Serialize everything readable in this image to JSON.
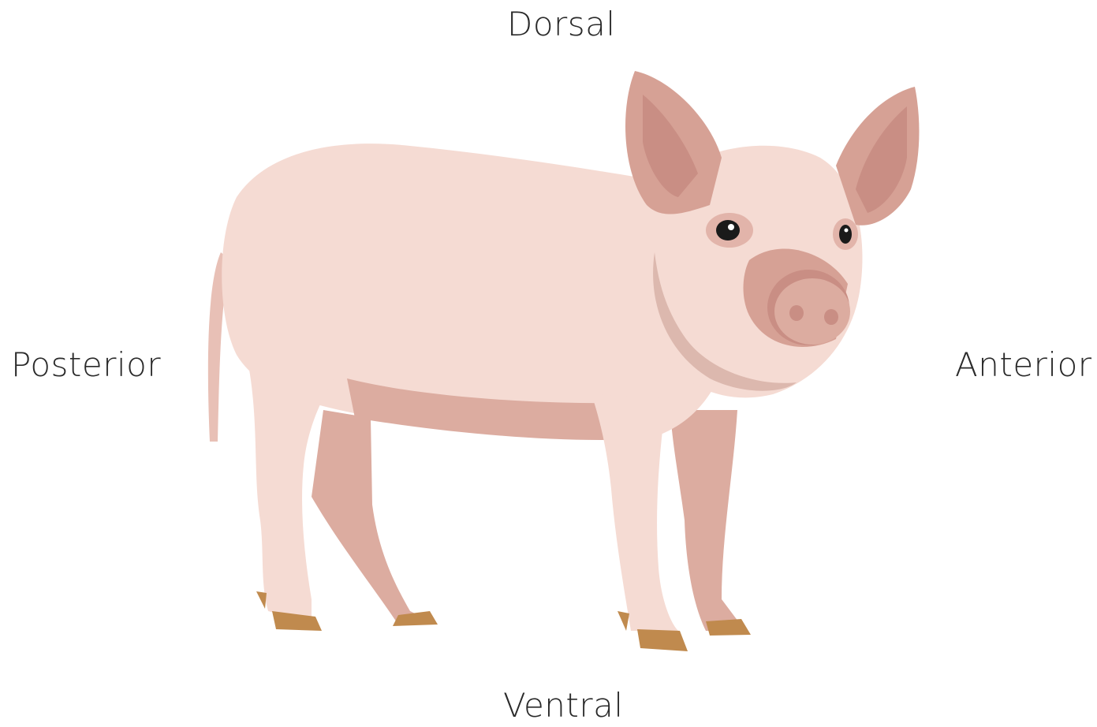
{
  "labels": {
    "dorsal": "Dorsal",
    "ventral": "Ventral",
    "posterior": "Posterior",
    "anterior": "Anterior"
  },
  "colors": {
    "background": "#ffffff",
    "skin": "#f5dbd3",
    "skin_shade": "#dcaca0",
    "skin_dark": "#c98e84",
    "snout": "#d6a195",
    "hoof": "#c08a4e",
    "eye": "#1a1a1a"
  }
}
